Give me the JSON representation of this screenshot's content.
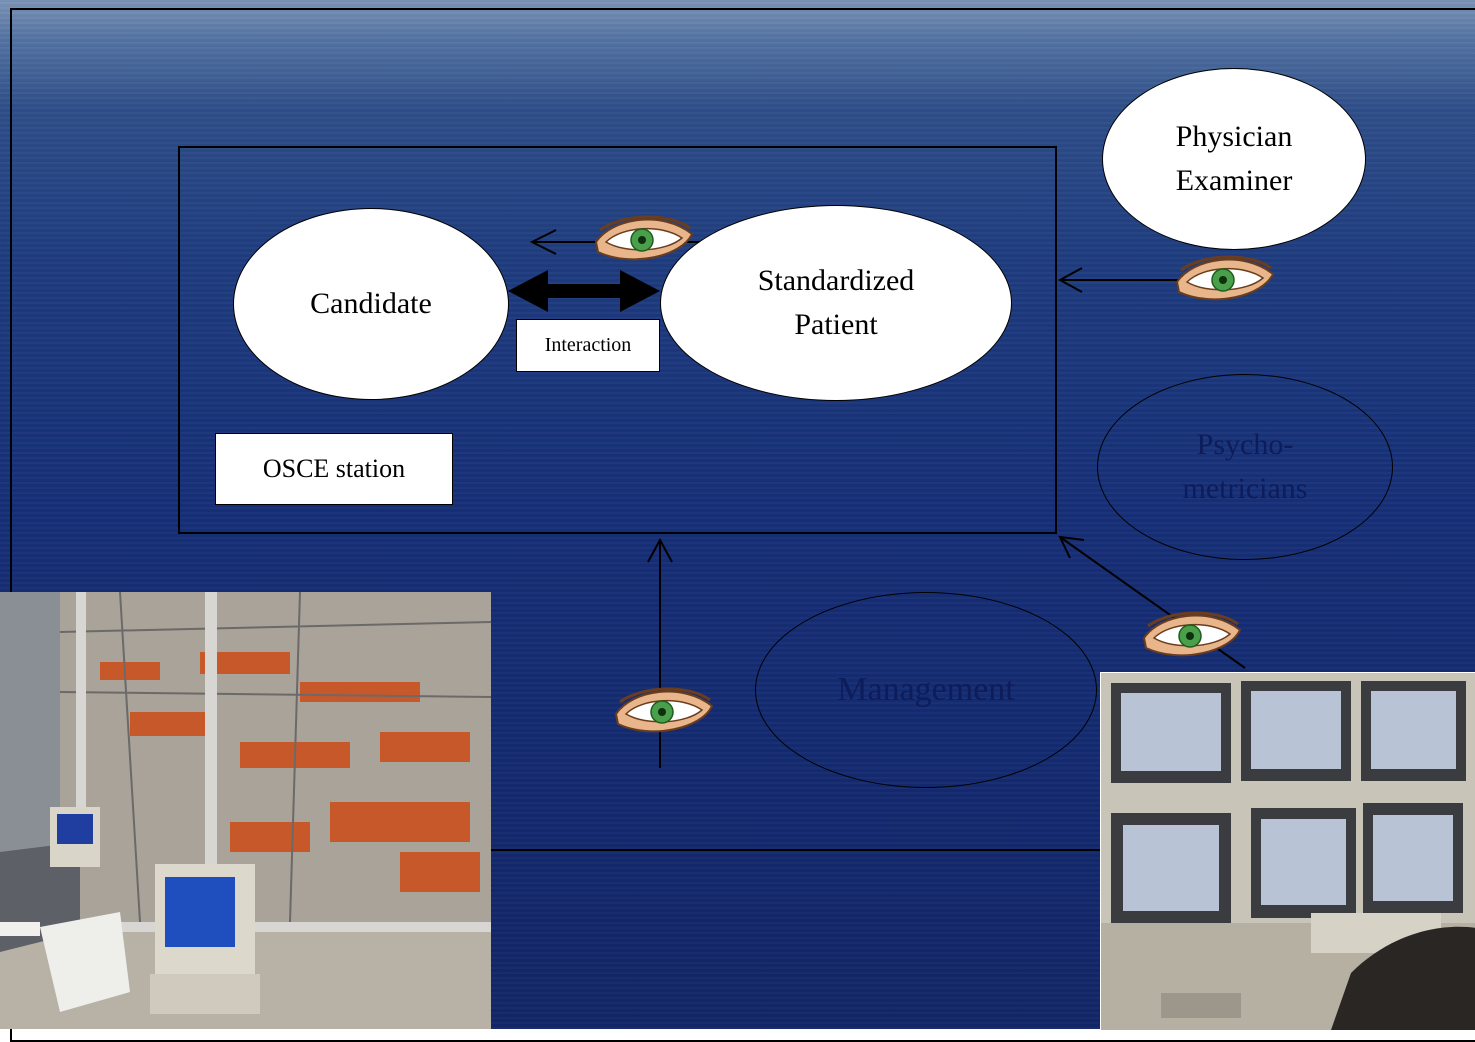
{
  "nodes": {
    "candidate": "Candidate",
    "patient_line1": "Standardized",
    "patient_line2": "Patient",
    "physician_line1": "Physician",
    "physician_line2": "Examiner",
    "psycho_line1": "Psycho-",
    "psycho_line2": "metricians",
    "management": "Management"
  },
  "labels": {
    "interaction": "Interaction",
    "station": "OSCE station"
  },
  "icons": {
    "observer": "eye-icon",
    "interaction_arrow": "double-arrow-icon"
  }
}
